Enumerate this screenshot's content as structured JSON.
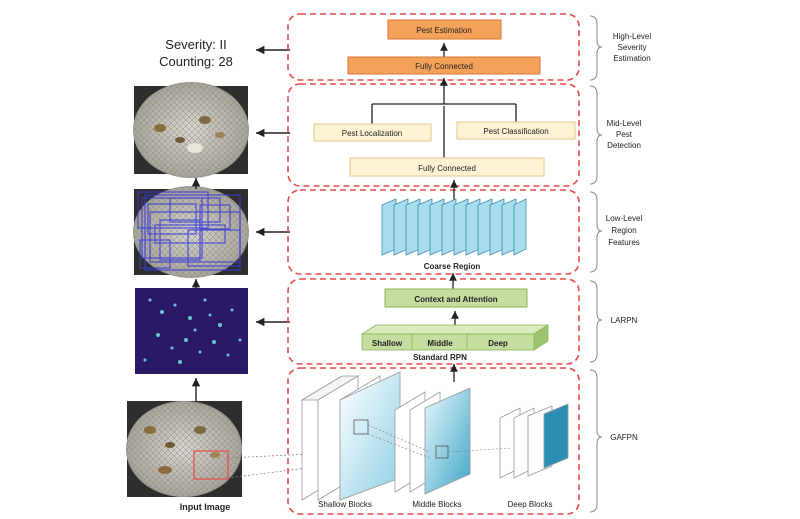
{
  "result": {
    "severity": "Severity: II",
    "counting": "Counting: 28"
  },
  "stages": {
    "high": {
      "lines": [
        "High-Level",
        "Severity",
        "Estimation"
      ]
    },
    "mid": {
      "lines": [
        "Mid-Level",
        "Pest",
        "Detection"
      ]
    },
    "low": {
      "lines": [
        "Low-Level",
        "Region",
        "Features"
      ]
    },
    "larpn": {
      "lines": [
        "LARPN"
      ]
    },
    "gafpn": {
      "lines": [
        "GAFPN"
      ]
    }
  },
  "blocks": {
    "pest_estimation": "Pest Estimation",
    "fully_connected_top": "Fully Connected",
    "pest_localization": "Pest Localization",
    "pest_classification": "Pest Classification",
    "fully_connected_mid": "Fully Connected",
    "coarse_region": "Coarse Region",
    "context_attention": "Context and Attention",
    "rpn_shallow": "Shallow",
    "rpn_middle": "Middle",
    "rpn_deep": "Deep",
    "standard_rpn": "Standard RPN",
    "shallow_blocks": "Shallow Blocks",
    "middle_blocks": "Middle Blocks",
    "deep_blocks": "Deep Blocks"
  },
  "input_label": "Input Image",
  "colors": {
    "dashed_border": "#e84a4a",
    "orange_block": "#f4a259",
    "orange_stroke": "#d9772e",
    "cream_block": "#fdf3d4",
    "cream_stroke": "#e2c98a",
    "green_block": "#c5dea0",
    "green_stroke": "#8db35a",
    "cyan_plate": "#9fd6e8",
    "teal_plate": "#2a8fb0",
    "dark_purple": "#2b1866"
  }
}
